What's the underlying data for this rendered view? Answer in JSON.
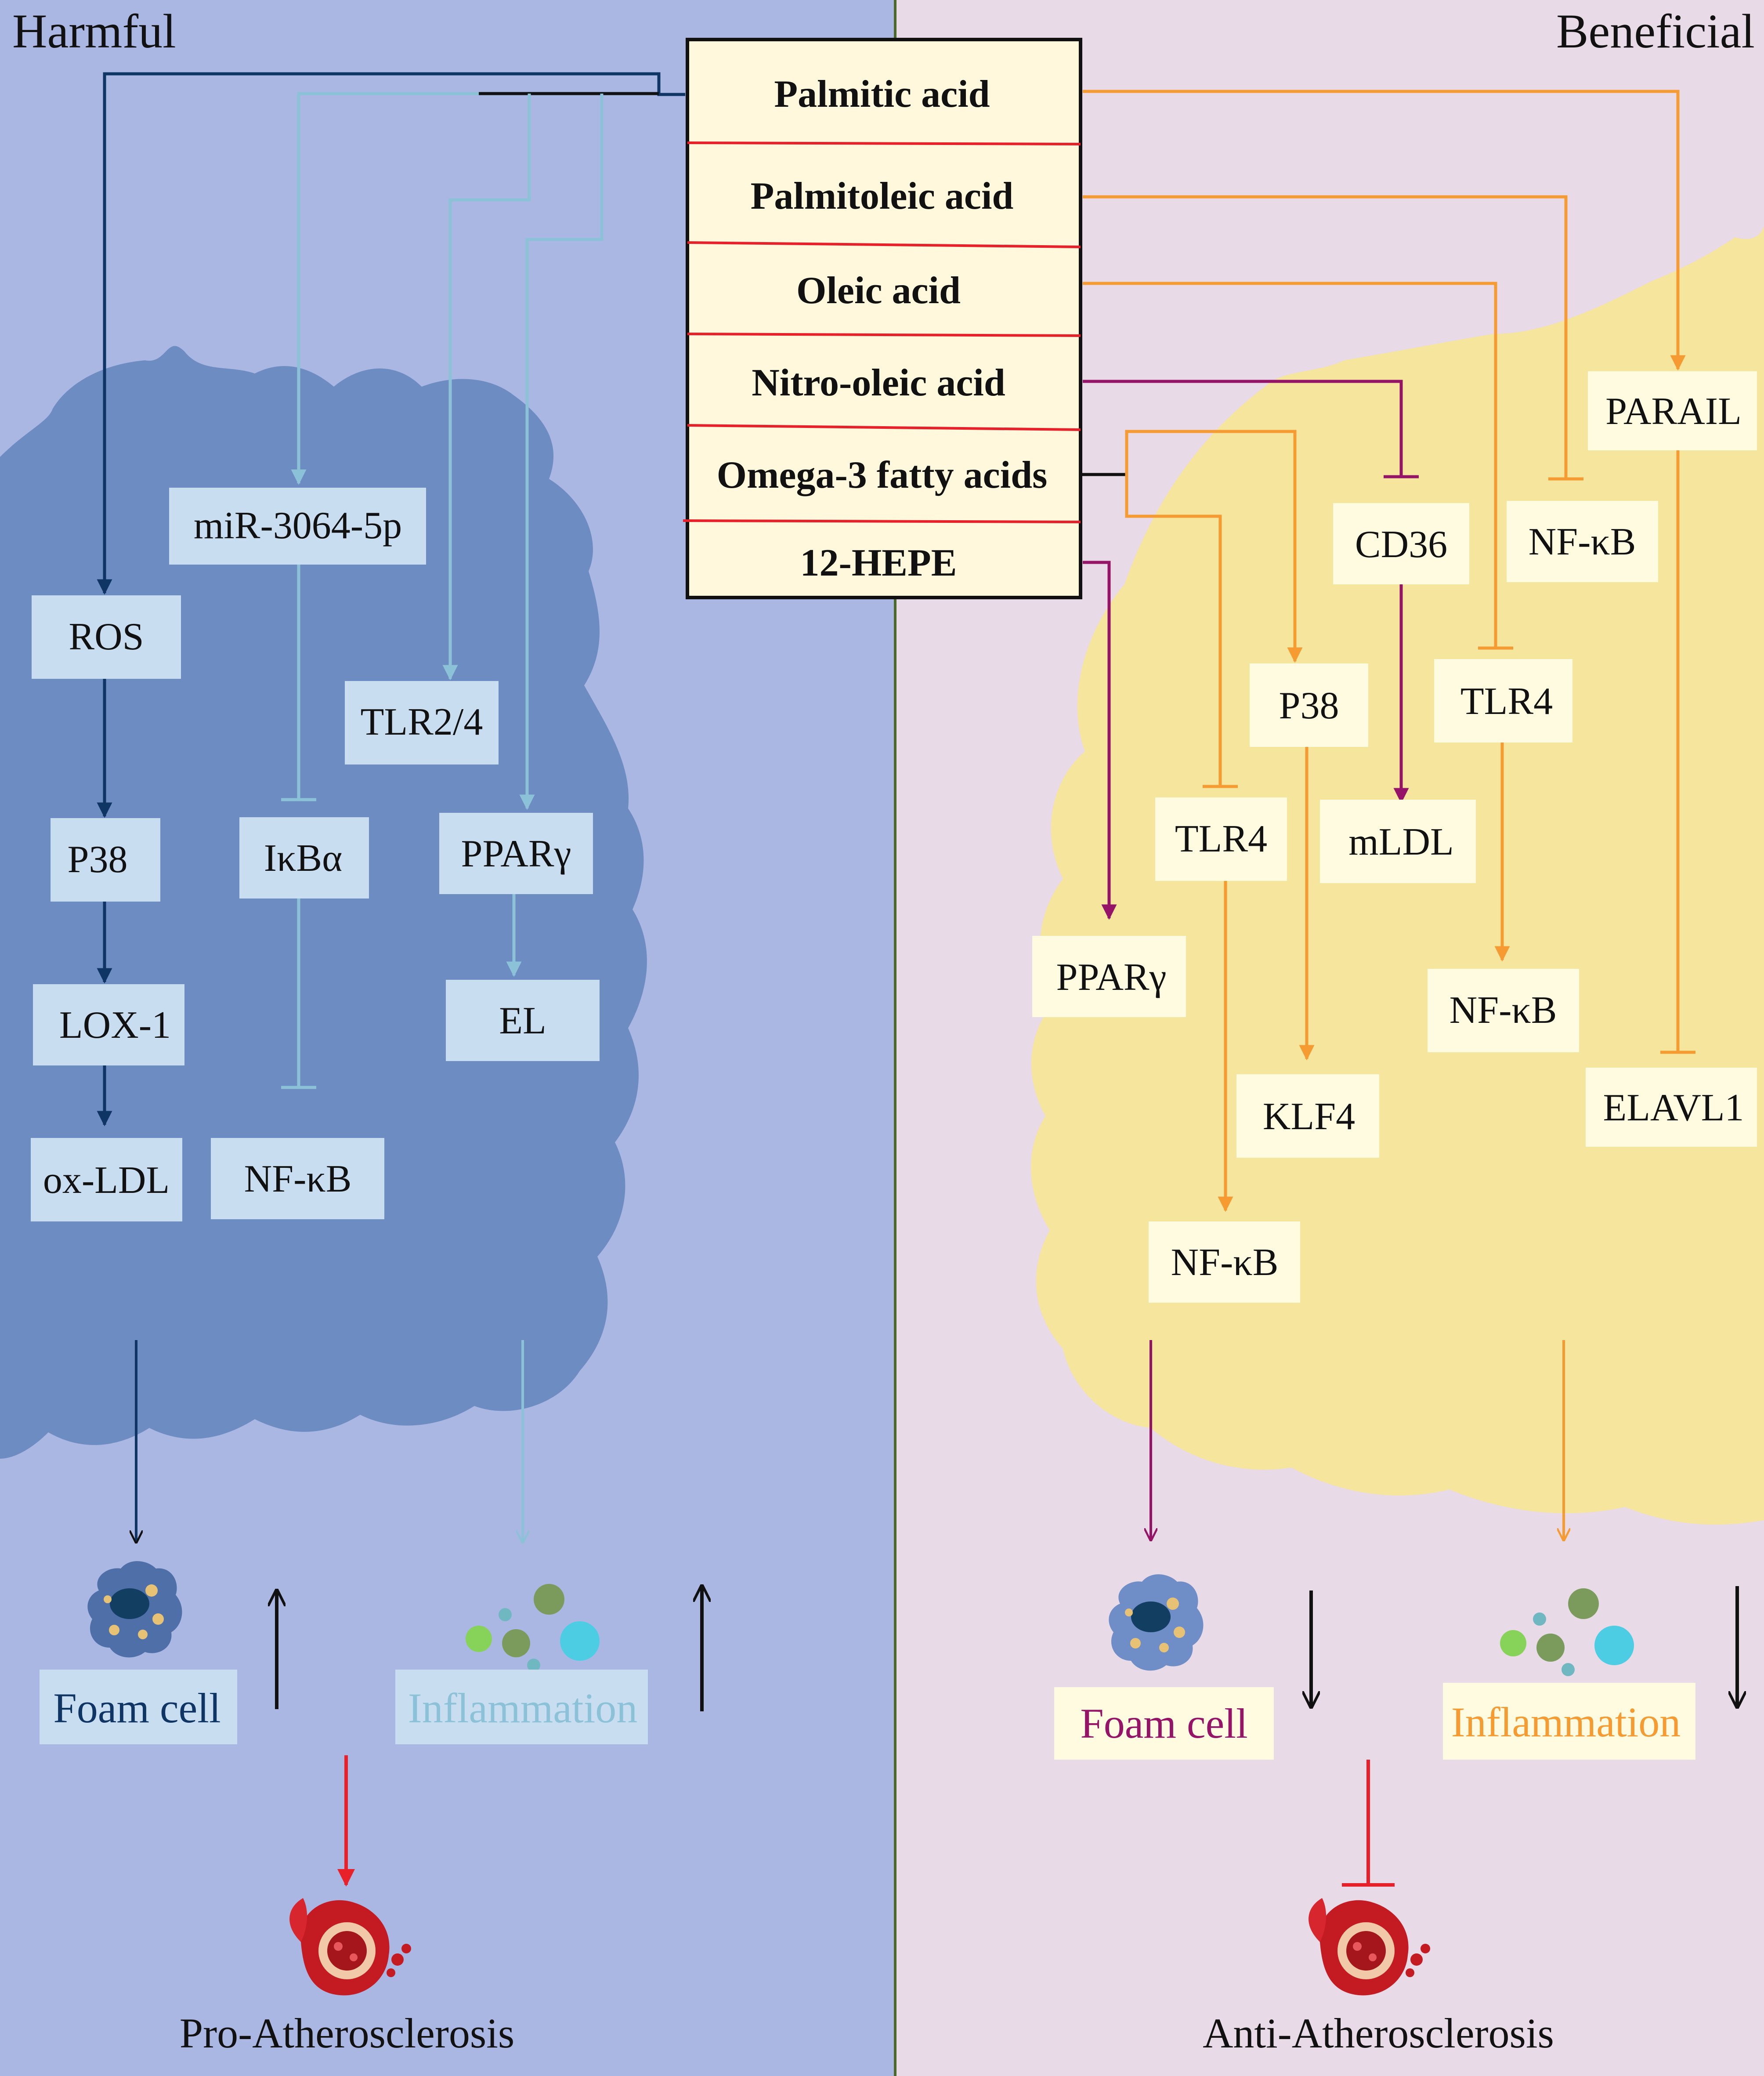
{
  "colors": {
    "harmful_bg": "#ABB7E3",
    "beneficial_bg": "#E8DAE6",
    "harmful_cell": "#6D8CC2",
    "beneficial_cell": "#F5E59D",
    "harmful_box": "#C9DDF0",
    "beneficial_box": "#FFFBE1",
    "fatty_acid_box": "#FFF8DC",
    "dark_blue": "#0F3564",
    "light_blue": "#8CC2D8",
    "orange": "#F59B32",
    "purple": "#951468",
    "red": "#E8202A",
    "black": "#111111",
    "divider": "#4A6A2A"
  },
  "titles": {
    "harmful": "Harmful",
    "beneficial": "Beneficial"
  },
  "fatty_acids": [
    "Palmitic acid",
    "Palmitoleic acid",
    "Oleic acid",
    "Nitro-oleic acid",
    "Omega-3 fatty acids",
    "12-HEPE"
  ],
  "harmful": {
    "miR": "miR-3064-5p",
    "ros": "ROS",
    "tlr24": "TLR2/4",
    "p38": "P38",
    "ikba": "IκBα",
    "ppar": "PPARγ",
    "lox1": "LOX-1",
    "el": "EL",
    "oxldl": "ox-LDL",
    "nfkb": "NF-κB",
    "foam_cell": "Foam cell",
    "inflammation": "Inflammation",
    "outcome": "Pro-Atherosclerosis"
  },
  "beneficial": {
    "parail": "PARAIL",
    "cd36": "CD36",
    "nfkb_top": "NF-κB",
    "p38": "P38",
    "tlr4_right": "TLR4",
    "tlr4_mid": "TLR4",
    "mldl": "mLDL",
    "ppar": "PPARγ",
    "nfkb_right": "NF-κB",
    "elavl1": "ELAVL1",
    "klf4": "KLF4",
    "nfkb_bottom": "NF-κB",
    "foam_cell": "Foam cell",
    "inflammation": "Inflammation",
    "outcome": "Anti-Atherosclerosis"
  },
  "icons": [
    "foam-cell-icon",
    "inflammation-particles-icon",
    "artery-plaque-icon",
    "up-arrow-icon",
    "down-arrow-icon"
  ]
}
